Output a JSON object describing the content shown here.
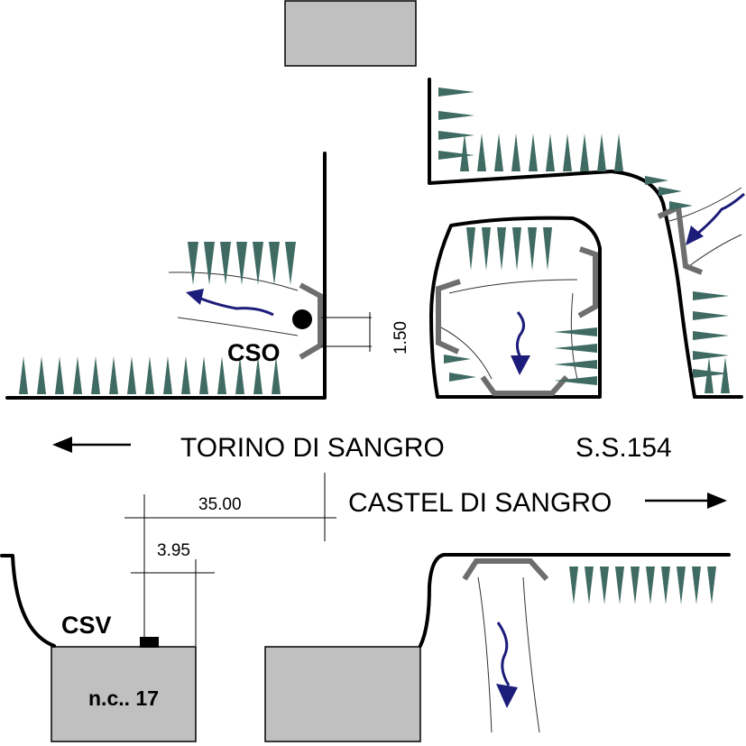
{
  "labels": {
    "torino": "TORINO DI SANGRO",
    "castel": "CASTEL DI SANGRO",
    "road_code": "S.S.154",
    "cso": "CSO",
    "csv": "CSV",
    "house_number": "n.c.. 17"
  },
  "dimensions": {
    "width_total": "35.00",
    "width_left": "3.95",
    "culvert_height": "1.50"
  },
  "colors": {
    "vegetation": "#3f6b62",
    "flow_arrow": "#1c1c7a",
    "culvert": "#6e6e6e",
    "building": "#c0c0c0"
  }
}
